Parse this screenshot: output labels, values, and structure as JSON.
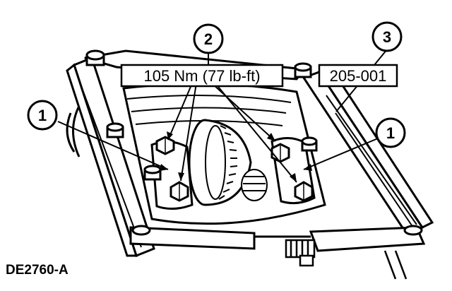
{
  "colors": {
    "line": "#000000",
    "fill": "#ffffff",
    "shade": "#d9d9d9"
  },
  "callouts": [
    {
      "id": "c1-left",
      "number": "1"
    },
    {
      "id": "c2",
      "number": "2"
    },
    {
      "id": "c3",
      "number": "3"
    },
    {
      "id": "c1-right",
      "number": "1"
    }
  ],
  "labels": {
    "torque_spec": "105 Nm (77 lb-ft)",
    "tool_number": "205-001",
    "figure_id": "DE2760-A"
  }
}
